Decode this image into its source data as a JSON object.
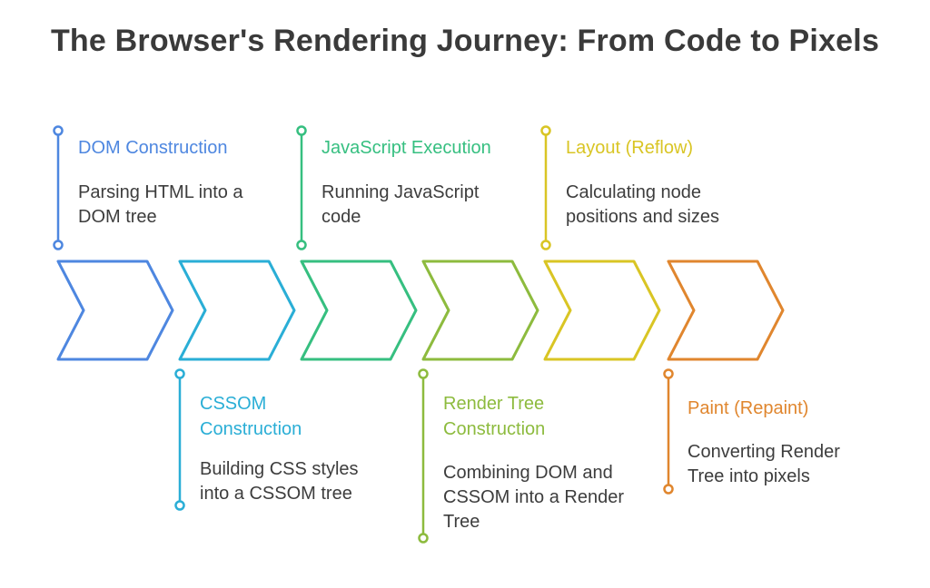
{
  "title": "The Browser's Rendering Journey: From Code to Pixels",
  "steps": [
    {
      "title": "DOM Construction",
      "description": "Parsing HTML into a DOM tree",
      "color": "#4e87e0",
      "position": "top"
    },
    {
      "title": "CSSOM Construction",
      "description": "Building CSS styles into a CSSOM tree",
      "color": "#2aaed6",
      "position": "bottom"
    },
    {
      "title": "JavaScript Execution",
      "description": "Running JavaScript code",
      "color": "#36bf80",
      "position": "top"
    },
    {
      "title": "Render Tree Construction",
      "description": "Combining DOM and CSSOM into a Render Tree",
      "color": "#8dbb3e",
      "position": "bottom"
    },
    {
      "title": "Layout (Reflow)",
      "description": "Calculating node positions and sizes",
      "color": "#d9c524",
      "position": "top"
    },
    {
      "title": "Paint (Repaint)",
      "description": "Converting Render Tree into pixels",
      "color": "#e0862e",
      "position": "bottom"
    }
  ]
}
